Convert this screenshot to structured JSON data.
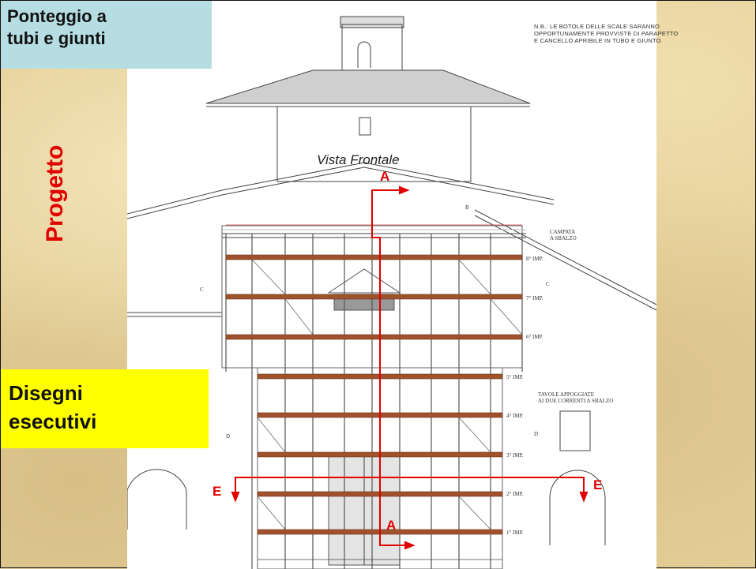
{
  "slide": {
    "title_lines": [
      "Ponteggio a",
      "tubi e giunti"
    ],
    "vertical_label": "Progetto",
    "section_lines": [
      "Disegni",
      "esecutivi"
    ]
  },
  "drawing": {
    "note_lines": [
      "N.B.: LE BOTOLE DELLE SCALE SARANNO",
      "OPPORTUNAMENTE PROVVISTE DI PARAPETTO",
      "E CANCELLO APRIBILE IN TUBO E GIUNTO"
    ],
    "view_title": "Vista Frontale",
    "section_marks": {
      "a_top": "A",
      "a_bottom": "A",
      "e_left": "E",
      "e_right": "E"
    },
    "level_labels": [
      "8° IMP.",
      "7° IMP.",
      "6° IMP.",
      "5° IMP.",
      "4° IMP.",
      "3° IMP.",
      "2° IMP.",
      "1° IMP."
    ],
    "cantilever_label": [
      "CAMPATA",
      "A SBALZO"
    ],
    "boards_label": [
      "TAVOLE APPOGGIATE",
      "AI DUE CORRENTI A SBALZO"
    ],
    "small_marks": {
      "b": "B",
      "c_left": "C",
      "c_right": "C",
      "d_left": "D",
      "d_right": "D"
    }
  },
  "colors": {
    "accent_red": "#e00000",
    "title_bg": "#b5dde2",
    "section_bg": "#ffff00",
    "plank": "#a0522d"
  }
}
